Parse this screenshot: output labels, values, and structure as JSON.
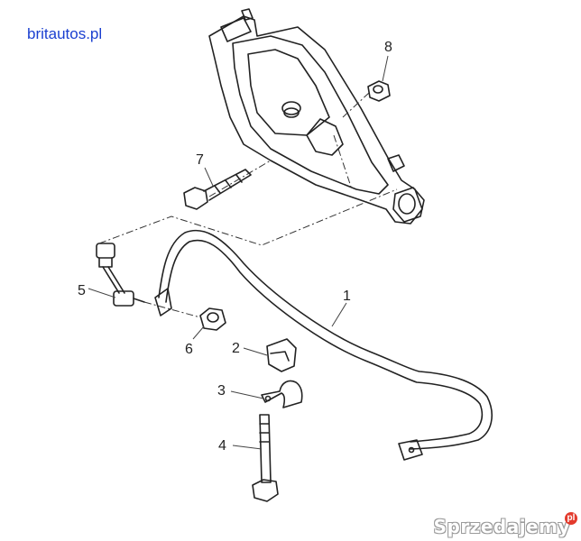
{
  "source_label": "britautos.pl",
  "watermark": {
    "text": "Sprzedajemy",
    "badge": "pl"
  },
  "callouts": [
    "1",
    "2",
    "3",
    "4",
    "5",
    "6",
    "7",
    "8"
  ]
}
